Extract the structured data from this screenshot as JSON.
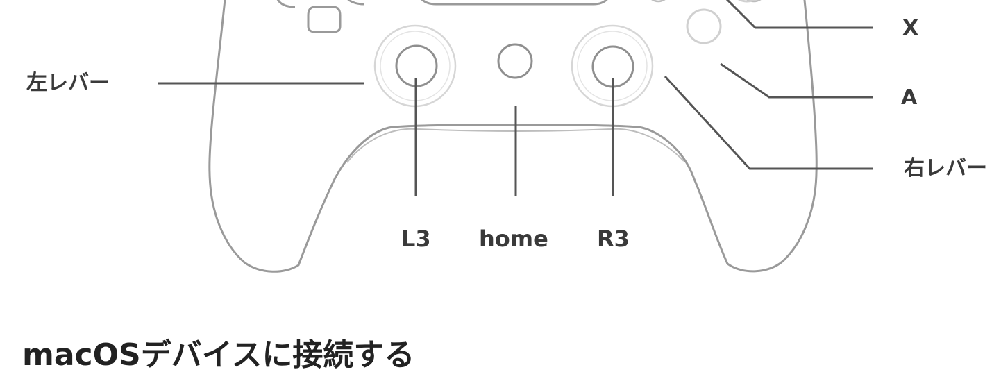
{
  "diagram": {
    "labels": {
      "x": "X",
      "a": "A",
      "left_lever": "左レバー",
      "right_lever": "右レバー",
      "l3": "L3",
      "home": "home",
      "r3": "R3"
    }
  },
  "section": {
    "heading": "macOSデバイスに接続する"
  },
  "colors": {
    "outline": "#9a9a9a",
    "leader_line": "#555555",
    "label_text": "#3a3a3a",
    "heading_text": "#222222"
  }
}
